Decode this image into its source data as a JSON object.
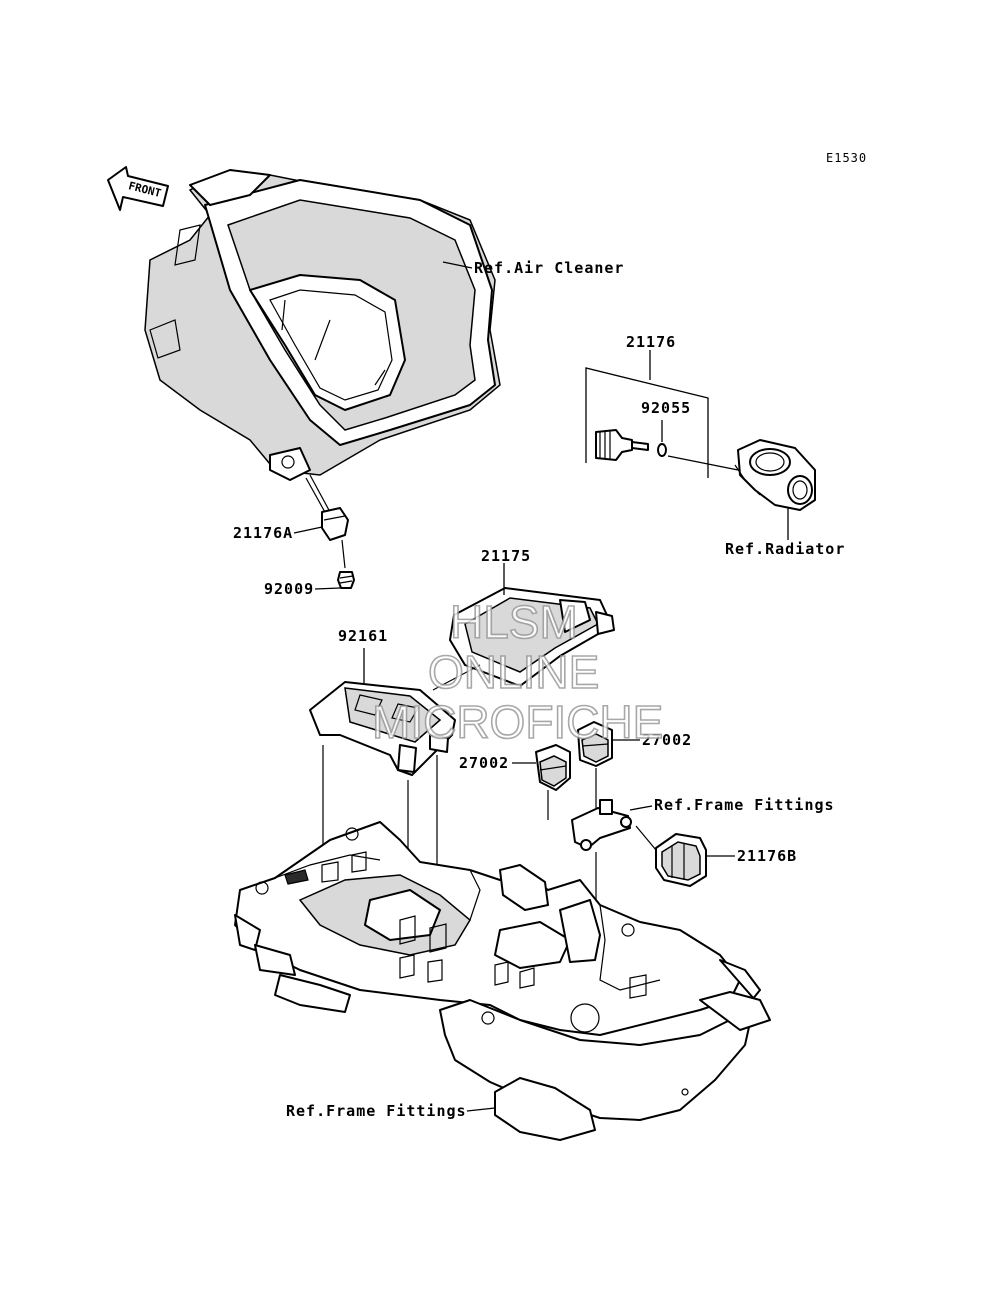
{
  "diagram_code": "E1530",
  "front_arrow_label": "FRONT",
  "watermark": {
    "line1": "HLSM",
    "line2": "ONLINE",
    "line3": "MICROFICHE"
  },
  "labels": {
    "ref_air_cleaner": "Ref.Air Cleaner",
    "part_21176": "21176",
    "part_92055": "92055",
    "ref_radiator": "Ref.Radiator",
    "part_21176a": "21176A",
    "part_92009": "92009",
    "part_21175": "21175",
    "part_92161": "92161",
    "part_27002_right": "27002",
    "part_27002_left": "27002",
    "ref_frame_fittings_top": "Ref.Frame Fittings",
    "part_21176b": "21176B",
    "ref_frame_fittings_bottom": "Ref.Frame Fittings"
  }
}
